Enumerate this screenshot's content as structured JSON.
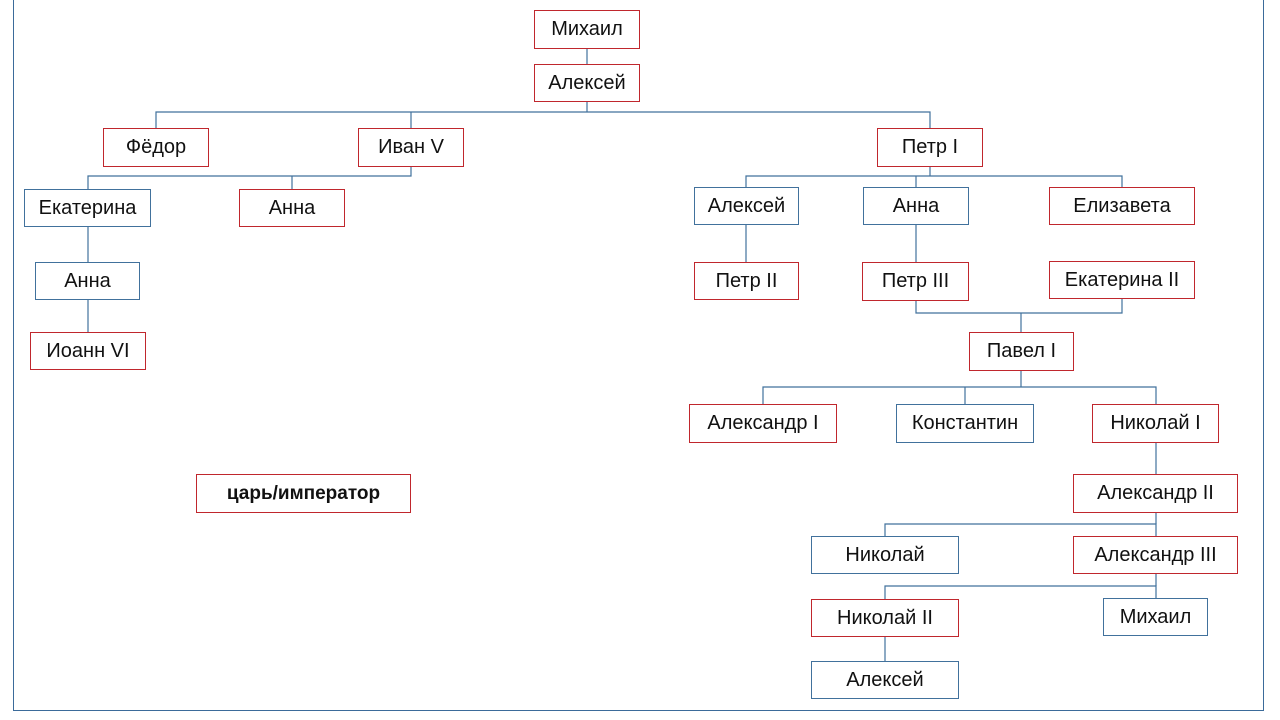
{
  "colors": {
    "ruler_border": "#c0272d",
    "other_border": "#41719c",
    "connector": "#41719c"
  },
  "legend": {
    "label": "царь/император"
  },
  "nodes": {
    "mikhail": "Михаил",
    "aleksey1": "Алексей",
    "fyodor": "Фёдор",
    "ivan5": "Иван V",
    "petr1": "Петр I",
    "ekaterina": "Екатерина",
    "anna_ioannovna": "Анна",
    "anna_leopoldovna": "Анна",
    "ioann6": "Иоанн VI",
    "aleksey_petrovich": "Алексей",
    "anna_petrovna": "Анна",
    "elizaveta": "Елизавета",
    "petr2": "Петр II",
    "petr3": "Петр III",
    "ekaterina2": "Екатерина II",
    "pavel1": "Павел I",
    "aleksandr1": "Александр I",
    "konstantin": "Константин",
    "nikolay1": "Николай I",
    "aleksandr2": "Александр II",
    "nikolay": "Николай",
    "aleksandr3": "Александр III",
    "nikolay2": "Николай II",
    "mikhail2": "Михаил",
    "aleksey_last": "Алексей"
  }
}
